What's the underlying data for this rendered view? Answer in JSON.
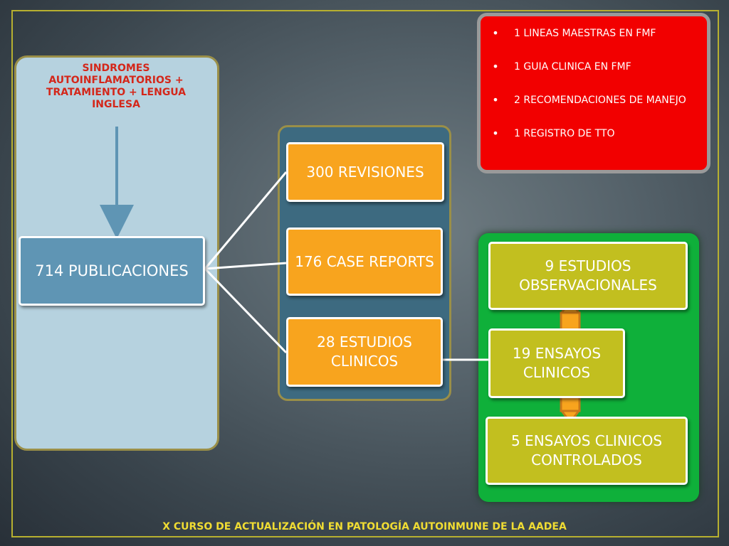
{
  "left_panel": {
    "title": "SINDROMES AUTOINFLAMATORIOS + TRATAMIENTO + LENGUA INGLESA",
    "publications": "714 PUBLICACIONES"
  },
  "middle_panel": {
    "revisions": "300 REVISIONES",
    "case_reports": "176 CASE REPORTS",
    "clinical_studies": "28 ESTUDIOS CLINICOS"
  },
  "green_panel": {
    "observational": "9 ESTUDIOS OBSERVACIONALES",
    "trials": "19 ENSAYOS CLINICOS",
    "controlled": "5 ENSAYOS CLINICOS CONTROLADOS"
  },
  "red_panel": {
    "items": [
      "1 LINEAS MAESTRAS EN FMF",
      "1 GUIA CLINICA EN FMF",
      "2 RECOMENDACIONES DE MANEJO",
      "1 REGISTRO DE TTO"
    ]
  },
  "footer": "X CURSO DE ACTUALIZACIÓN EN PATOLOGÍA AUTOINMUNE DE LA AADEA",
  "colors": {
    "title_red": "#d4271a",
    "publications_blue": "#5f95b4",
    "orange": "#f8a41e",
    "olive": "#c2bf1f",
    "green": "#0fb03a",
    "red": "#f20000",
    "footer_yellow": "#f0dc33"
  }
}
